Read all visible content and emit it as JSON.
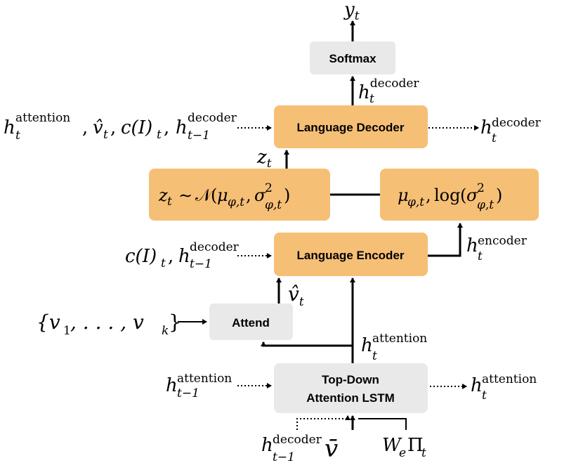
{
  "colors": {
    "orange": "#F6BF76",
    "gray": "#E9E9E9",
    "line": "#000000"
  },
  "boxes": {
    "softmax": "Softmax",
    "language_decoder": "Language Decoder",
    "language_encoder": "Language Encoder",
    "attend": "Attend",
    "topdown_line1": "Top-Down",
    "topdown_line2": "Attention LSTM"
  },
  "math": {
    "y": "y",
    "t": "t",
    "h": "h",
    "decoder": "decoder",
    "encoder": "encoder",
    "attention": "attention",
    "t_minus_1": "t−1",
    "z": "z",
    "sim": "∼",
    "normal_N": "𝒩",
    "mu_phi_t": "φ,t",
    "sigma2": "2",
    "log": "log",
    "v_hat": "v̂",
    "c_of_I": "c(I)",
    "v_set_open": "{v",
    "v_set_mid": ", . . . , v",
    "v_set_close": "}",
    "one": "1",
    "k": "k",
    "v_bar": "v̄",
    "W": "W",
    "e": "e",
    "Pi": "Π",
    "mu": "μ",
    "sigma": "σ",
    "comma": ",",
    "lparen": "(",
    "rparen": ")"
  }
}
